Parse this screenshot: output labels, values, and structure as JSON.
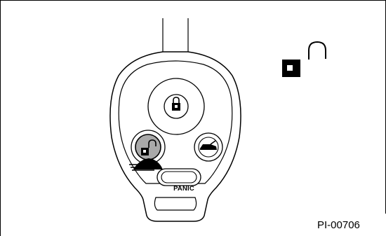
{
  "figure": {
    "id_label": "PI-00706",
    "panic_label": "PANIC",
    "key_fob_buttons": [
      {
        "name": "lock-button",
        "icon": "padlock-closed-icon"
      },
      {
        "name": "unlock-button",
        "icon": "padlock-open-icon",
        "state": "pressed"
      },
      {
        "name": "trunk-button",
        "icon": "car-trunk-icon"
      },
      {
        "name": "panic-button",
        "label_ref": "panic_label"
      }
    ],
    "legend_icon": "padlock-open-icon",
    "colors": {
      "line": "#000000",
      "pressed_fill": "#a9a9a9",
      "background": "#ffffff"
    }
  }
}
